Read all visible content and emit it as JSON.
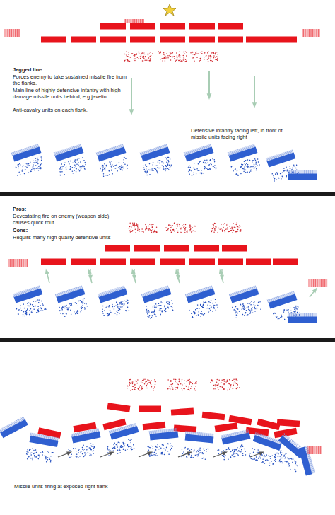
{
  "diagram": {
    "labels": [
      "Jagged line",
      "Forces enemy to take sustained missile fire from the flanks.",
      "Main line of highly defensive infantry with high-damage missile units behind, e.g javelin.",
      "Anti-cavalry units on each flank.",
      "Defensive infantry facing left, in front of missile units facing right",
      "Pros:",
      "Devestating fire on enemy (weapon side) causes quick rout",
      "Cons:",
      "Requirs many high quality defensive units",
      "Missile units firing at exposed right flank"
    ]
  }
}
